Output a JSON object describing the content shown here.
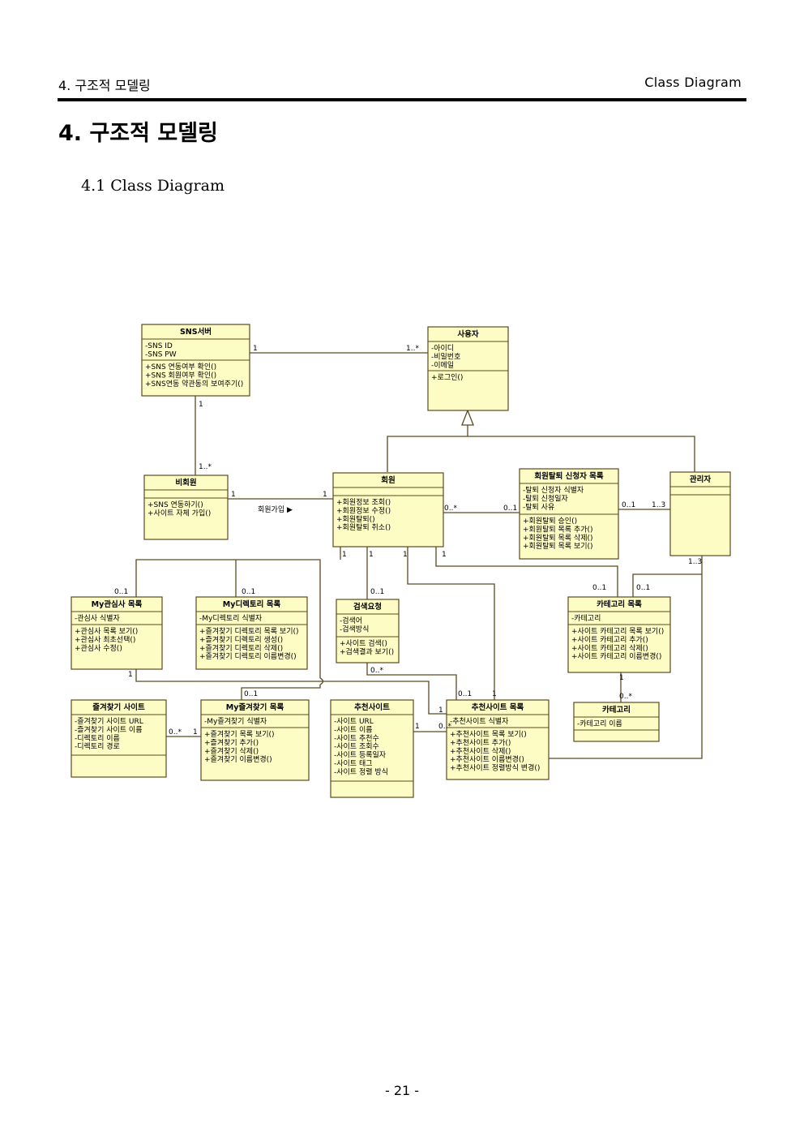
{
  "header": {
    "left": "4. 구조적 모델링",
    "right": "Class Diagram"
  },
  "title": "4. 구조적 모델링",
  "subtitle": "4.1 Class Diagram",
  "page_number": "- 21 -",
  "diagram": {
    "classes": [
      {
        "id": "sns",
        "name": "SNS서버",
        "attrs": [
          "-SNS ID",
          "-SNS PW"
        ],
        "ops": [
          "+SNS 연동여부 확인()",
          "+SNS 회원여부 확인()",
          "+SNS연동 약관동의 보여주기()"
        ]
      },
      {
        "id": "user",
        "name": "사용자",
        "attrs": [
          "-아이디",
          "-비밀번호",
          "-이메일"
        ],
        "ops": [
          "+로그인()"
        ]
      },
      {
        "id": "guest",
        "name": "비회원",
        "attrs": [],
        "ops": [
          "+SNS 연동하기()",
          "+사이트 자체 가입()"
        ]
      },
      {
        "id": "member",
        "name": "회원",
        "attrs": [],
        "ops": [
          "+회원정보 조회()",
          "+회원정보 수정()",
          "+회원탈퇴()",
          "+회원탈퇴 취소()"
        ]
      },
      {
        "id": "withdraw",
        "name": "회원탈퇴 신청자 목록",
        "attrs": [
          "-탈퇴 신청자 식별자",
          "-탈퇴 신청일자",
          "-탈퇴 사유"
        ],
        "ops": [
          "+회원탈퇴 승인()",
          "+회원탈퇴 목록 추가()",
          "+회원탈퇴 목록 삭제()",
          "+회원탈퇴 목록 보기()"
        ]
      },
      {
        "id": "admin",
        "name": "관리자",
        "attrs": [],
        "ops": []
      },
      {
        "id": "myinterest",
        "name": "My관심사 목록",
        "attrs": [
          "-관심사 식별자"
        ],
        "ops": [
          "+관심사 목록 보기()",
          "+관심사 최초선택()",
          "+관심사 수정()"
        ]
      },
      {
        "id": "mydir",
        "name": "My디렉토리 목록",
        "attrs": [
          "-My디렉토리 식별자"
        ],
        "ops": [
          "+즐겨찾기 디렉토리 목록 보기()",
          "+즐겨찾기 디렉토리 생성()",
          "+즐겨찾기 디렉토리 삭제()",
          "+즐겨찾기 디렉토리 이름변경()"
        ]
      },
      {
        "id": "search",
        "name": "검색요청",
        "attrs": [
          "-검색어",
          "-검색방식"
        ],
        "ops": [
          "+사이트 검색()",
          "+검색결과 보기()"
        ]
      },
      {
        "id": "catlist",
        "name": "카테고리 목록",
        "attrs": [
          "-카테고리"
        ],
        "ops": [
          "+사이트 카테고리 목록 보기()",
          "+사이트 카테고리 추가()",
          "+사이트 카테고리 삭제()",
          "+사이트 카테고리 이름변경()"
        ]
      },
      {
        "id": "favsite",
        "name": "즐겨찾기 사이트",
        "attrs": [
          "-즐겨찾기 사이트 URL",
          "-즐겨찾기 사이트 이름",
          "-디렉토리 이름",
          "-디렉토리 경로"
        ],
        "ops": []
      },
      {
        "id": "myfav",
        "name": "My즐겨찾기 목록",
        "attrs": [
          "-My즐겨찾기 식별자"
        ],
        "ops": [
          "+즐겨찾기 목록 보기()",
          "+즐겨찾기 추가()",
          "+즐겨찾기 삭제()",
          "+즐겨찾기 이름변경()"
        ]
      },
      {
        "id": "recsite",
        "name": "추천사이트",
        "attrs": [
          "-사이트 URL",
          "-사이트 이름",
          "-사이트 추천수",
          "-사이트 조회수",
          "-사이트 등록일자",
          "-사이트 태그",
          "-사이트 정렬 방식"
        ],
        "ops": []
      },
      {
        "id": "reclist",
        "name": "추천사이트 목록",
        "attrs": [
          "-추천사이트 식별자"
        ],
        "ops": [
          "+추천사이트 목록 보기()",
          "+추천사이트 추가()",
          "+추천사이트 삭제()",
          "+추천사이트 이름변경()",
          "+추천사이트 정렬방식 변경()"
        ]
      },
      {
        "id": "category",
        "name": "카테고리",
        "attrs": [
          "-카테고리 이름"
        ],
        "ops": []
      }
    ],
    "assoc_label": "회원가입 ▶",
    "multiplicities": [
      "1",
      "1..*",
      "1",
      "1..*",
      "1",
      "1",
      "0..*",
      "0..1",
      "0..1",
      "1..3",
      "1",
      "1",
      "1",
      "1",
      "0..1",
      "0..1",
      "0..1",
      "1..3",
      "0..1",
      "0..1",
      "1",
      "0..*",
      "0..1",
      "1",
      "1",
      "1",
      "0..*",
      "0..*",
      "1",
      "1",
      "0..*",
      "0..1"
    ]
  }
}
